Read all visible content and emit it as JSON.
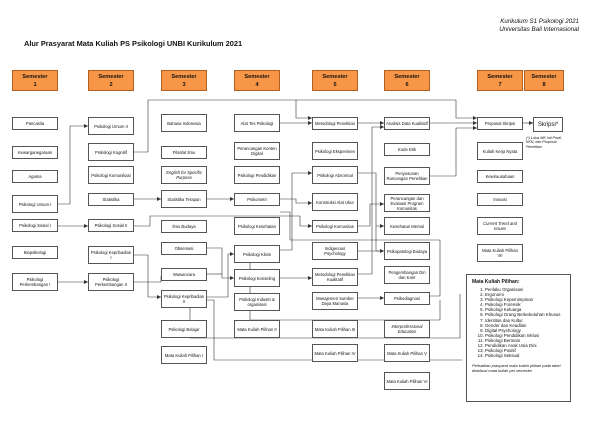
{
  "corner": {
    "line1": "Kurikulum S1 Psikologi 2021",
    "line2": "Universitas Bali Internasional"
  },
  "title": "Alur Prasyarat Mata Kuliah PS Psikologi UNBI Kurikulum 2021",
  "semesters": [
    {
      "label": "Semester",
      "num": "1"
    },
    {
      "label": "Semester",
      "num": "2"
    },
    {
      "label": "Semester",
      "num": "3"
    },
    {
      "label": "Semester",
      "num": "4"
    },
    {
      "label": "Semester",
      "num": "5"
    },
    {
      "label": "Semester",
      "num": "6"
    },
    {
      "label": "Semester",
      "num": "7"
    },
    {
      "label": "Semester",
      "num": "8"
    }
  ],
  "courses": {
    "s1": [
      "Pancasila",
      "Kewarganegaraan",
      "Agama",
      "Psikologi Umum I",
      "Psikologi Sosial I",
      "Biopsikologi",
      "Psikologi Perkembangan I"
    ],
    "s2": [
      "Psikologi Umum II",
      "Psikologi Kognitif",
      "Psikologi Komunikasi",
      "Statistika",
      "Psikologi Sosial II",
      "Psikologi Kepribadian I",
      "Psikologi Perkembangan II"
    ],
    "s3": [
      "Bahasa Indonesia",
      "Filsafat Ilmu",
      "English for Specific Purpose",
      "Statistika Terapan",
      "Ilmu Budaya",
      "Observasi",
      "Wawancara",
      "Psikologi Kepribadian II",
      "Psikologi Belajar",
      "Mata Kuliah Pilihan I"
    ],
    "s4": [
      "Alat Tes Psikologi",
      "Perancangan Konten Digital",
      "Psikologi Pendidikan",
      "Psikometri",
      "Psikologi Kesehatan",
      "Psikologi Klinis",
      "Psikologi Konseling",
      "Psikologi Industri & organisasi",
      "Mata Kuliah Pilihan II"
    ],
    "s5": [
      "Metodologi Penelitian",
      "Psikologi Eksperimen",
      "Psikologi Abnormal",
      "Konstruksi Alat Ukur",
      "Psikologi Komunitas",
      "Indigenous Psychology",
      "Metodologi Penelitian Kualitatif",
      "Manajemen Sumber Daya Manusia",
      "Mata Kuliah Pilihan III",
      "Mata Kuliah Pilihan IV"
    ],
    "s6": [
      "Analisis Data Kualitatif",
      "Kode Etik",
      "Penyusunan Rancangan Penelitian",
      "Perancangan dan Evaluasi Program Komunitas",
      "Kesehatan Mental",
      "Psikopatologi Budaya",
      "Pengembangan Diri dan Karir",
      "Psikodiagnosi",
      "Interprofessional Education",
      "Mata Kuliah Pilihan V",
      "Mata Kuliah Pilihan VI"
    ],
    "s7": [
      "Proposal Skripsi",
      "Kuliah Kerja Nyata",
      "Kewirausahaan",
      "Inovasi",
      "Current Trend and Issues",
      "Mata Kuliah Pilihan VII"
    ],
    "s8": [
      "Skripsi*"
    ]
  },
  "s8_note": "(*) Lulus MK Inti Prodi, KKN, dan Proposal Penelitian",
  "electives": {
    "heading": "Mata Kuliah Pilihan:",
    "items": [
      "Perilaku Organisasi",
      "Ergonomi",
      "Psikologi Kepemimpinan",
      "Psikologi Forensik",
      "Psikologi Keluarga",
      "Psikologi Orang Berkebutuhan Khusus",
      "Identitas dan Kultur",
      "Gender dan Keadilan",
      "Digital Psychology",
      "Psikologi Pendidikan Inklusi",
      "Psikologi Bermain",
      "Pendidikan Anak Usia Dini",
      "Psikologi Positif",
      "Psikologi Seksual"
    ],
    "footnote": "Perhatikan prasyarat mata kuliah pilihan pada tabel distribusi mata kuliah per semester"
  }
}
